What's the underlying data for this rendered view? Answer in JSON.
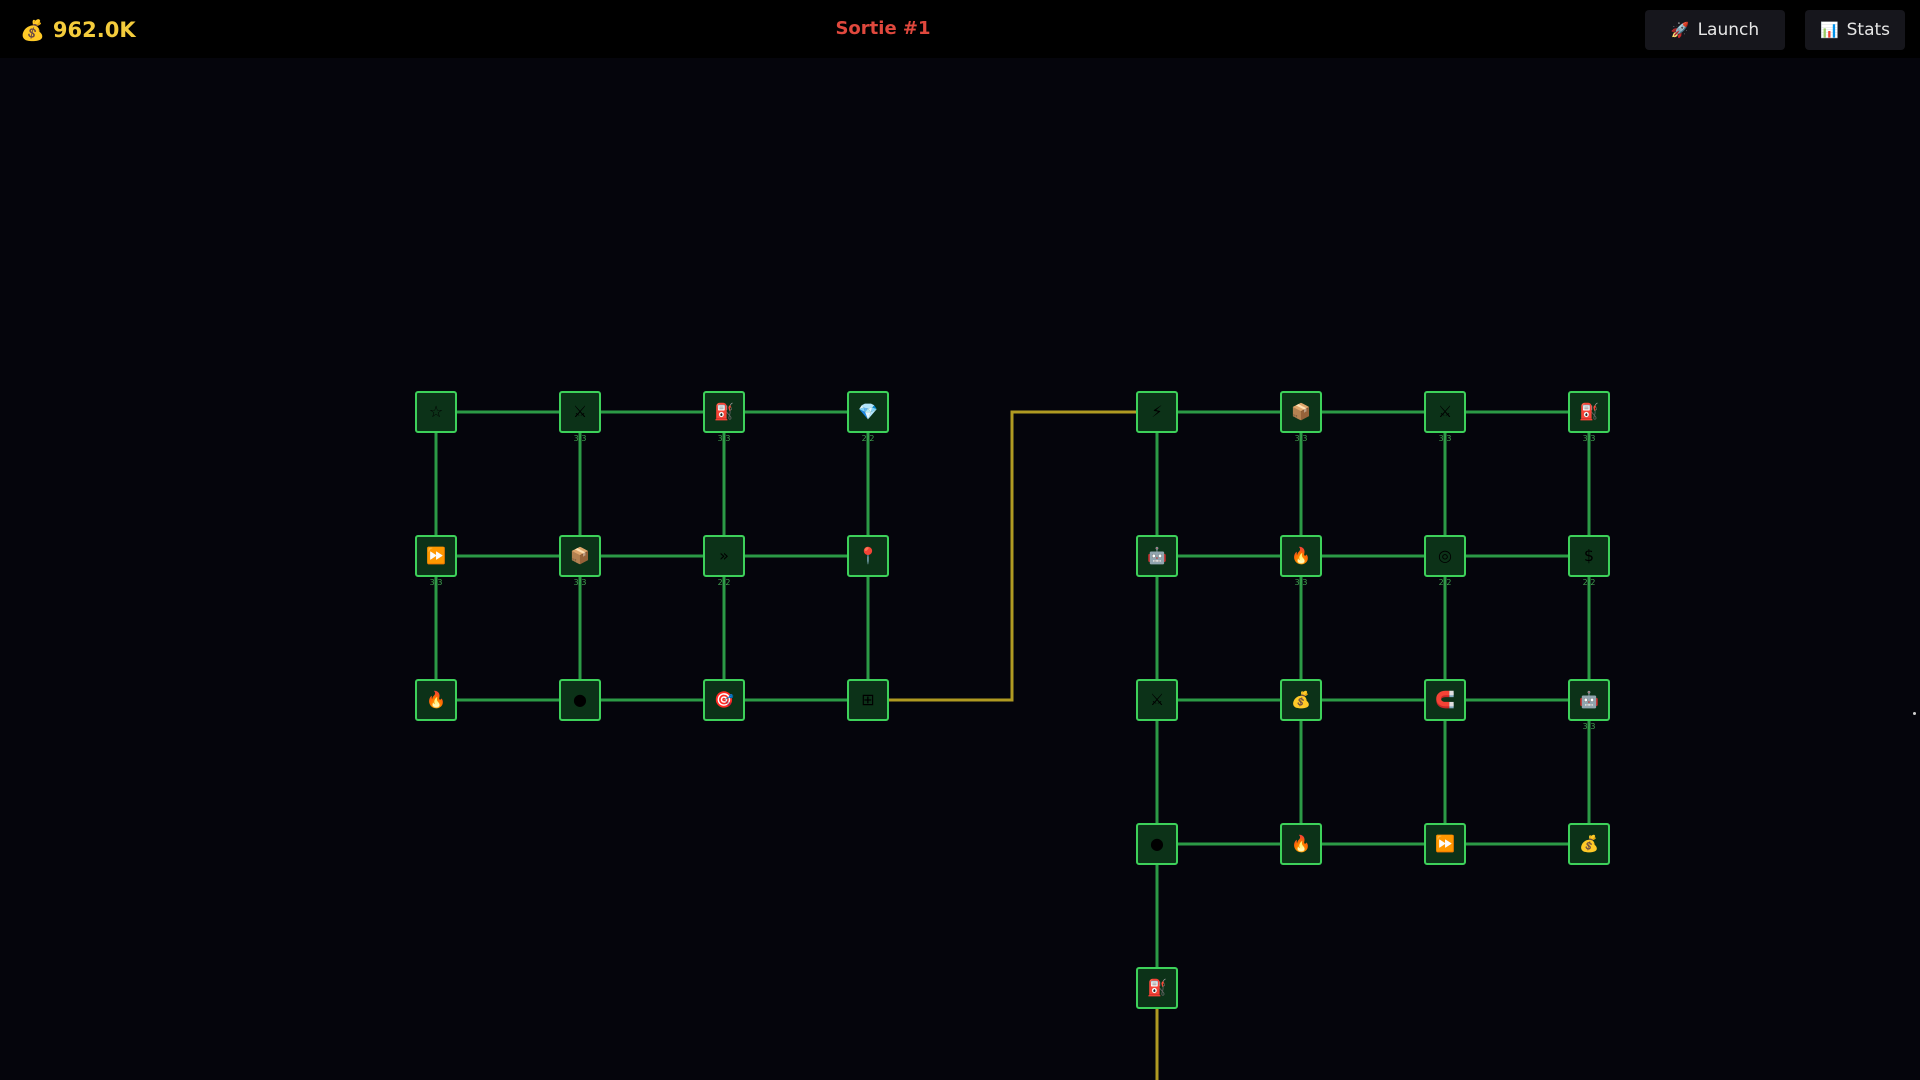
{
  "header": {
    "money_icon": "money-bag-icon",
    "money_glyph": "💰",
    "money": "962.0K",
    "sortie": "Sortie #1",
    "launch_icon_glyph": "🚀",
    "launch_label": "Launch",
    "stats_icon_glyph": "📊",
    "stats_label": "Stats"
  },
  "colors": {
    "node_fill": "#0c3218",
    "node_border": "#3dd15a",
    "connector": "#2c9a46",
    "active_path": "#b09a22",
    "money": "#f4cc3c",
    "sortie": "#e0483d"
  },
  "grids": [
    {
      "rows": [
        [
          {
            "icon": "star-icon",
            "glyph": "☆",
            "level": ""
          },
          {
            "icon": "crossed-swords-icon",
            "glyph": "⚔",
            "level": "3/3"
          },
          {
            "icon": "fuel-pump-icon",
            "glyph": "⛽",
            "level": "3/3"
          },
          {
            "icon": "gem-icon",
            "glyph": "💎",
            "level": "2/2"
          }
        ],
        [
          {
            "icon": "fast-forward-icon",
            "glyph": "⏩",
            "level": "3/3"
          },
          {
            "icon": "package-icon",
            "glyph": "📦",
            "level": "3/3"
          },
          {
            "icon": "double-chevron-icon",
            "glyph": "»",
            "level": "2/2"
          },
          {
            "icon": "pushpin-icon",
            "glyph": "📍",
            "level": ""
          }
        ],
        [
          {
            "icon": "fire-icon",
            "glyph": "🔥",
            "level": ""
          },
          {
            "icon": "dot-icon",
            "glyph": "●",
            "level": ""
          },
          {
            "icon": "target-icon",
            "glyph": "🎯",
            "level": ""
          },
          {
            "icon": "grid-icon",
            "glyph": "⊞",
            "level": ""
          }
        ]
      ]
    },
    {
      "rows": [
        [
          {
            "icon": "lightning-icon",
            "glyph": "⚡",
            "level": ""
          },
          {
            "icon": "package-icon",
            "glyph": "📦",
            "level": "3/3"
          },
          {
            "icon": "crossed-swords-icon",
            "glyph": "⚔",
            "level": "3/3"
          },
          {
            "icon": "fuel-pump-icon",
            "glyph": "⛽",
            "level": "3/3"
          }
        ],
        [
          {
            "icon": "robot-icon",
            "glyph": "🤖",
            "level": ""
          },
          {
            "icon": "fire-icon",
            "glyph": "🔥",
            "level": "3/3"
          },
          {
            "icon": "ring-icon",
            "glyph": "◎",
            "level": "2/2"
          },
          {
            "icon": "dollar-icon",
            "glyph": "$",
            "level": "2/2"
          }
        ],
        [
          {
            "icon": "crossed-swords-icon",
            "glyph": "⚔",
            "level": ""
          },
          {
            "icon": "money-bag-icon",
            "glyph": "💰",
            "level": ""
          },
          {
            "icon": "magnet-icon",
            "glyph": "🧲",
            "level": ""
          },
          {
            "icon": "robot-icon",
            "glyph": "🤖",
            "level": "3/3"
          }
        ],
        [
          {
            "icon": "dot-icon",
            "glyph": "●",
            "level": ""
          },
          {
            "icon": "fire-icon",
            "glyph": "🔥",
            "level": ""
          },
          {
            "icon": "fast-forward-icon",
            "glyph": "⏩",
            "level": ""
          },
          {
            "icon": "money-bag-icon",
            "glyph": "💰",
            "level": ""
          }
        ]
      ],
      "extra": [
        {
          "icon": "fuel-pump-icon",
          "glyph": "⛽",
          "level": ""
        }
      ]
    }
  ]
}
